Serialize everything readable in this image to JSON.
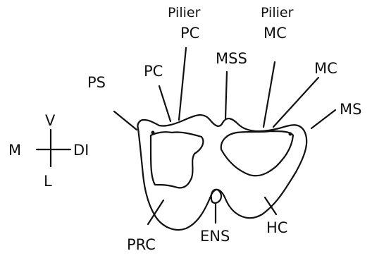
{
  "colors": {
    "ink": "#111111",
    "background": "#ffffff"
  },
  "orientation": {
    "ventral": "V",
    "medial": "M",
    "distal": "DI",
    "lingual": "L"
  },
  "labels": {
    "pilier_pc": {
      "line1": "Pilier",
      "line2": "PC"
    },
    "pilier_mc": {
      "line1": "Pilier",
      "line2": "MC"
    },
    "pc": "PC",
    "mc": "MC",
    "ps": "PS",
    "mss": "MSS",
    "ms": "MS",
    "prc": "PRC",
    "ens": "ENS",
    "hc": "HC"
  }
}
